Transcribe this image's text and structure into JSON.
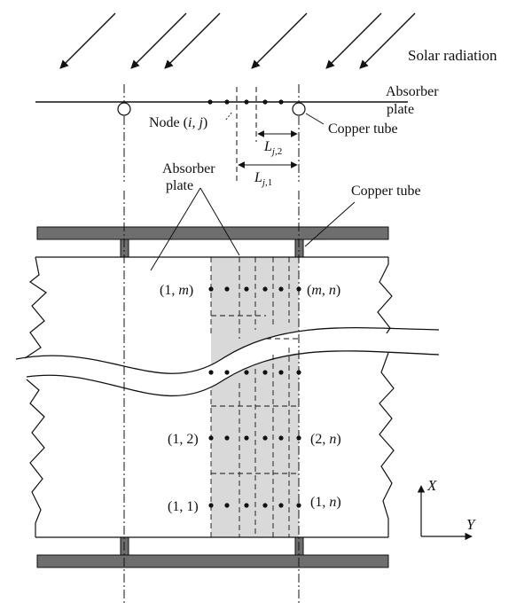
{
  "labels": {
    "solar_radiation": "Solar radiation",
    "absorber_plate_top_line1": "Absorber",
    "absorber_plate_top_line2": "plate",
    "copper_tube_top": "Copper tube",
    "node_prefix": "Node (",
    "node_i": "i",
    "node_sep": ", ",
    "node_j": "j",
    "node_suffix": ")",
    "absorber_plate_mid_line1": "Absorber",
    "absorber_plate_mid_line2": "plate",
    "copper_tube_mid": "Copper tube",
    "L_letter": "L",
    "L_j2_sub_j": "j",
    "L_j2_sub_num": ",2",
    "L_j1_sub_j": "j",
    "L_j1_sub_num": ",1",
    "node_1m_pre": "(1, ",
    "node_1m_var": "m",
    "node_1m_post": ")",
    "node_mn_pre": "(",
    "node_mn_var1": "m",
    "node_mn_sep": ", ",
    "node_mn_var2": "n",
    "node_mn_post": ")",
    "node_12": "(1, 2)",
    "node_2n_pre": "(2, ",
    "node_2n_var": "n",
    "node_2n_post": ")",
    "node_11": "(1, 1)",
    "node_1n_pre": "(1, ",
    "node_1n_var": "n",
    "node_1n_post": ")",
    "axis_x": "X",
    "axis_y": "Y"
  },
  "colors": {
    "line": "#111111",
    "tube_fill": "#6e6e6e",
    "grid_fill": "#d9d9d9"
  }
}
